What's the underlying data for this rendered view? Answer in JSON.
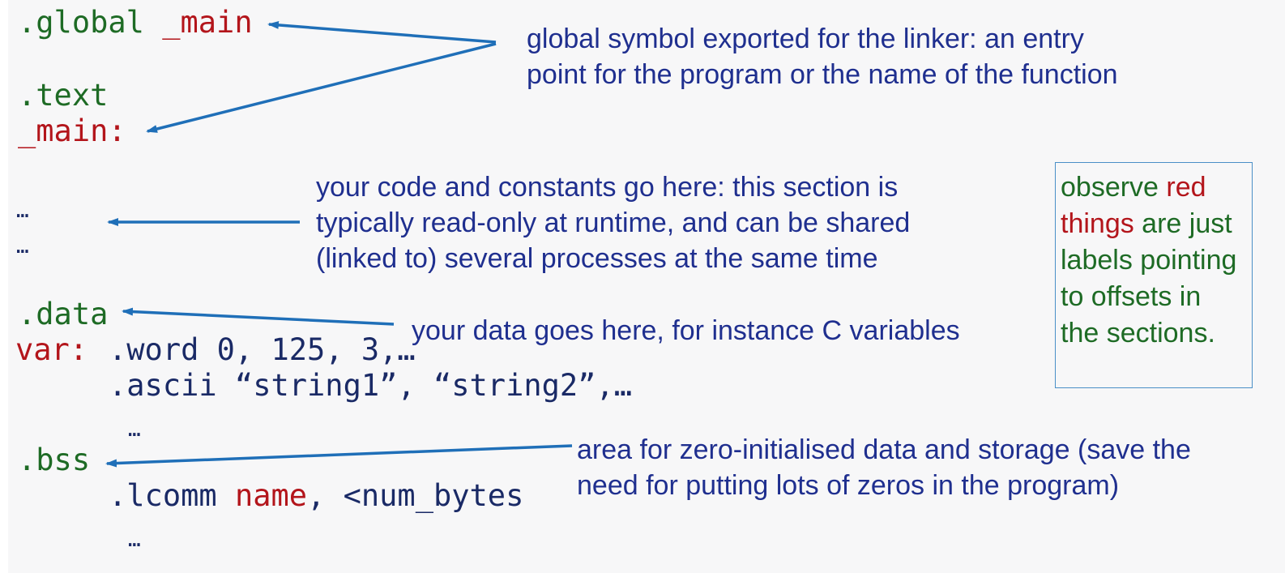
{
  "code": {
    "global_directive": ".global",
    "global_label": "_main",
    "text_directive": ".text",
    "main_label": "_main:",
    "ellipsis_1": "…",
    "ellipsis_2": "…",
    "data_directive": ".data",
    "var_label": "var:",
    "word_line": ".word 0, 125, 3,…",
    "ascii_line": ".ascii “string1”, “string2”,…",
    "ellipsis_3": "…",
    "bss_directive": ".bss",
    "lcomm_directive": ".lcomm",
    "lcomm_name": "name",
    "lcomm_rest": ", <num_bytes",
    "ellipsis_4": "…"
  },
  "annotations": {
    "global_note": [
      "global symbol exported for the linker: an entry",
      "point for the program or the name of the function"
    ],
    "text_note": [
      "your code and constants go here: this section is",
      "typically read-only at runtime, and can be shared",
      "(linked to) several processes at the same time"
    ],
    "data_note": "your data goes here, for instance C variables",
    "bss_note": [
      "area for zero-initialised data and storage (save the",
      "need for putting lots of zeros in the program)"
    ]
  },
  "callout": {
    "line1_a": "observe ",
    "line1_b": "red",
    "line2_a": "things",
    "line2_b": " are just",
    "line3": "labels pointing",
    "line4": "to offsets in",
    "line5": "the sections."
  },
  "colors": {
    "directive_green": "#1e6b25",
    "label_red": "#b3151b",
    "code_navy": "#1a2a66",
    "note_blue": "#1f2f8f",
    "arrow_blue": "#1f6fb8",
    "callout_border": "#4a8fc7"
  }
}
